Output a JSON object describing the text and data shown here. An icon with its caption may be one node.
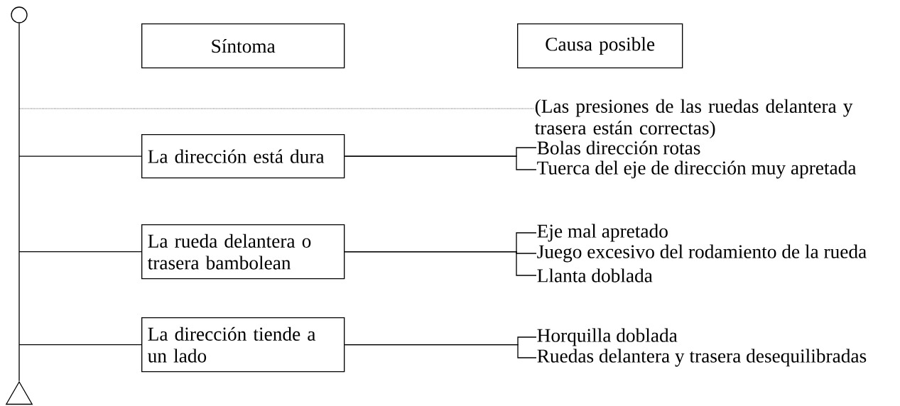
{
  "diagram": {
    "nodes": [
      {
        "text": [],
        "shape": "circle"
      },
      {
        "text": [],
        "shape": "triangle"
      },
      {
        "text": [
          "Síntoma"
        ]
      },
      {
        "text": [
          "Causa posible"
        ]
      },
      {
        "text": [
          "(Las presiones de las ruedas delantera y trasera están correctas)"
        ]
      },
      {
        "text": [
          "La dirección está dura"
        ]
      },
      {
        "text": [
          "Bolas dirección rotas"
        ]
      },
      {
        "text": [
          "Tuerca del eje de dirección muy apretada"
        ]
      },
      {
        "text": [
          "La rueda delantera o trasera bambolean"
        ]
      },
      {
        "text": [
          "Eje mal apretado"
        ]
      },
      {
        "text": [
          "Juego excesivo del rodamiento de la rueda"
        ]
      },
      {
        "text": [
          "Llanta doblada"
        ]
      },
      {
        "text": [
          "La dirección tiende a un lado"
        ]
      },
      {
        "text": [
          "Horquilla doblada"
        ]
      },
      {
        "text": [
          "Ruedas delantera y trasera desequilibradas"
        ]
      }
    ],
    "edges": [
      {
        "from": 0,
        "to": 1,
        "arrow": "none"
      },
      {
        "from": null,
        "to": 4,
        "arrow": "none",
        "style": "dashed"
      },
      {
        "from": null,
        "to": 5,
        "arrow": "none"
      },
      {
        "from": 5,
        "to": 6,
        "arrow": "none"
      },
      {
        "from": 5,
        "to": 7,
        "arrow": "none"
      },
      {
        "from": null,
        "to": 8,
        "arrow": "none"
      },
      {
        "from": 8,
        "to": 9,
        "arrow": "none"
      },
      {
        "from": 8,
        "to": 10,
        "arrow": "none"
      },
      {
        "from": 8,
        "to": 11,
        "arrow": "none"
      },
      {
        "from": null,
        "to": 12,
        "arrow": "none"
      },
      {
        "from": 12,
        "to": 13,
        "arrow": "none"
      },
      {
        "from": 12,
        "to": 14,
        "arrow": "none"
      }
    ]
  }
}
